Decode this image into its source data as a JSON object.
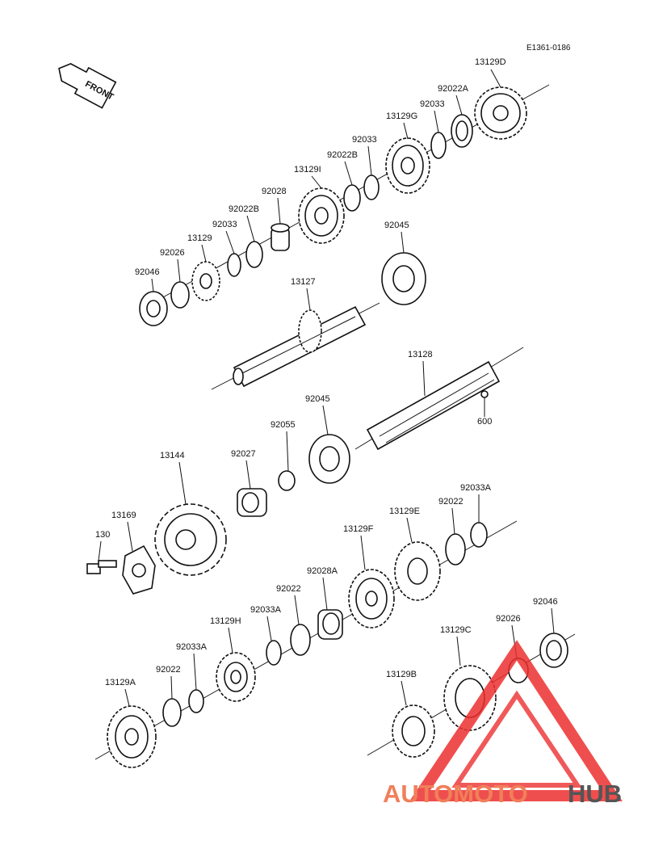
{
  "diagram": {
    "drawing_code": "E1361-0186",
    "direction_label": "FRONT",
    "parts": [
      {
        "id": "p01",
        "number": "13129D"
      },
      {
        "id": "p02",
        "number": "92022A"
      },
      {
        "id": "p03",
        "number": "92033"
      },
      {
        "id": "p04",
        "number": "13129G"
      },
      {
        "id": "p05",
        "number": "92033"
      },
      {
        "id": "p06",
        "number": "92022B"
      },
      {
        "id": "p07",
        "number": "13129I"
      },
      {
        "id": "p08",
        "number": "92028"
      },
      {
        "id": "p09",
        "number": "92022B"
      },
      {
        "id": "p10",
        "number": "92033"
      },
      {
        "id": "p11",
        "number": "13129"
      },
      {
        "id": "p12",
        "number": "92026"
      },
      {
        "id": "p13",
        "number": "92046"
      },
      {
        "id": "p14",
        "number": "92045"
      },
      {
        "id": "p15",
        "number": "13127"
      },
      {
        "id": "p16",
        "number": "13128"
      },
      {
        "id": "p17",
        "number": "600"
      },
      {
        "id": "p18",
        "number": "92045"
      },
      {
        "id": "p19",
        "number": "92055"
      },
      {
        "id": "p20",
        "number": "92027"
      },
      {
        "id": "p21",
        "number": "13144"
      },
      {
        "id": "p22",
        "number": "13169"
      },
      {
        "id": "p23",
        "number": "130"
      },
      {
        "id": "p24",
        "number": "13129E"
      },
      {
        "id": "p25",
        "number": "92022"
      },
      {
        "id": "p26",
        "number": "92033A"
      },
      {
        "id": "p27",
        "number": "13129F"
      },
      {
        "id": "p28",
        "number": "92028A"
      },
      {
        "id": "p29",
        "number": "92022"
      },
      {
        "id": "p30",
        "number": "92033A"
      },
      {
        "id": "p31",
        "number": "13129H"
      },
      {
        "id": "p32",
        "number": "92033A"
      },
      {
        "id": "p33",
        "number": "92022"
      },
      {
        "id": "p34",
        "number": "13129A"
      },
      {
        "id": "p35",
        "number": "13129C"
      },
      {
        "id": "p36",
        "number": "92026"
      },
      {
        "id": "p37",
        "number": "92046"
      },
      {
        "id": "p38",
        "number": "13129B"
      }
    ]
  },
  "watermark": {
    "part1": "AUTOMOTO",
    "part2": "HUB",
    "color_primary": "#f07f5a",
    "color_secondary": "#ec2f2f",
    "color_dark": "#555555"
  }
}
